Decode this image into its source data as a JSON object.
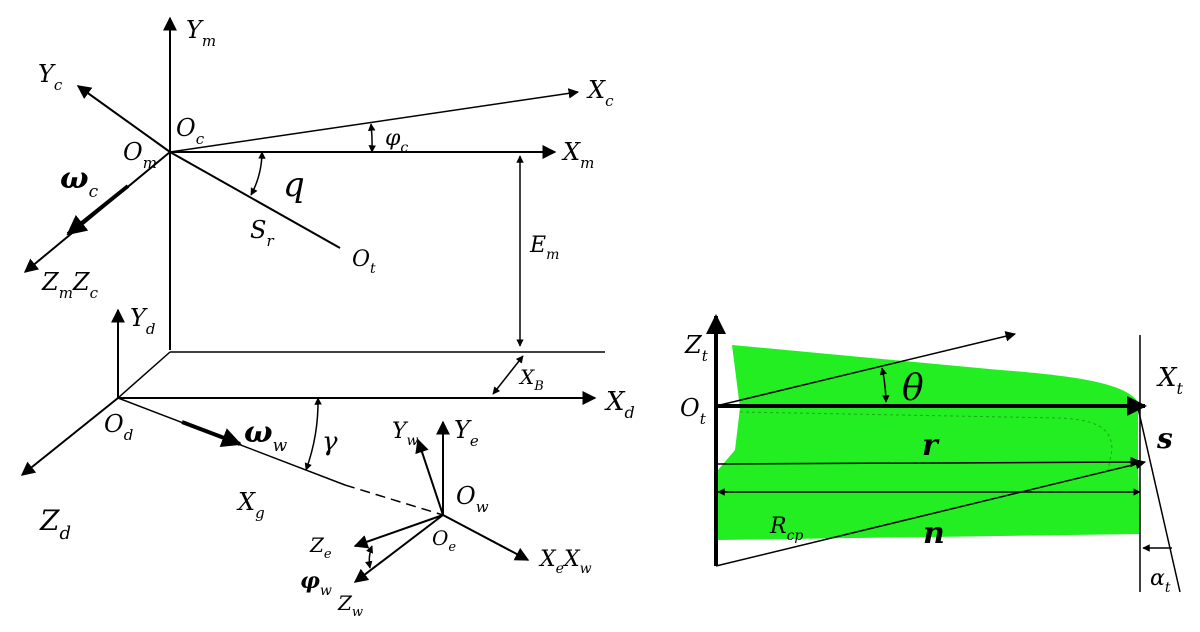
{
  "left_diagram": {
    "labels": {
      "Ym": {
        "main": "Y",
        "sub": "m"
      },
      "Yc": {
        "main": "Y",
        "sub": "c"
      },
      "Oc": {
        "main": "O",
        "sub": "c"
      },
      "Om": {
        "main": "O",
        "sub": "m"
      },
      "Xc": {
        "main": "X",
        "sub": "c"
      },
      "Xm": {
        "main": "X",
        "sub": "m"
      },
      "phic": {
        "main": "φ",
        "sub": "c"
      },
      "q": {
        "main": "q"
      },
      "omegac": {
        "main": "ω",
        "sub": "c"
      },
      "Sr": {
        "main": "S",
        "sub": "r"
      },
      "Ot1": {
        "main": "O",
        "sub": "t"
      },
      "ZmZc": {
        "main1": "Z",
        "sub1": "m",
        "main2": "Z",
        "sub2": "c"
      },
      "Em": {
        "main": "E",
        "sub": "m"
      },
      "Yd": {
        "main": "Y",
        "sub": "d"
      },
      "XB": {
        "main": "X",
        "sub": "B"
      },
      "Xd": {
        "main": "X",
        "sub": "d"
      },
      "Od": {
        "main": "O",
        "sub": "d"
      },
      "omegaw": {
        "main": "ω",
        "sub": "w"
      },
      "gamma": {
        "main": "γ"
      },
      "Yw": {
        "main": "Y",
        "sub": "w"
      },
      "Ye": {
        "main": "Y",
        "sub": "e"
      },
      "Zd": {
        "main": "Z",
        "sub": "d"
      },
      "Xg": {
        "main": "X",
        "sub": "g"
      },
      "Ow": {
        "main": "O",
        "sub": "w"
      },
      "Oe": {
        "main": "O",
        "sub": "e"
      },
      "XeXw": {
        "main1": "X",
        "sub1": "e",
        "main2": "X",
        "sub2": "w"
      },
      "Ze": {
        "main": "Z",
        "sub": "e"
      },
      "phiw": {
        "main": "φ",
        "sub": "w"
      },
      "Zw": {
        "main": "Z",
        "sub": "w"
      }
    }
  },
  "right_diagram": {
    "fill_color": "#22ee22",
    "labels": {
      "Zt": {
        "main": "Z",
        "sub": "t"
      },
      "Xt": {
        "main": "X",
        "sub": "t"
      },
      "Ot": {
        "main": "O",
        "sub": "t"
      },
      "theta": {
        "main": "θ"
      },
      "r": {
        "main": "r"
      },
      "s": {
        "main": "s"
      },
      "Rcp": {
        "main": "R",
        "sub": "cp"
      },
      "n": {
        "main": "n"
      },
      "alphat": {
        "main": "α",
        "sub": "t"
      }
    }
  }
}
